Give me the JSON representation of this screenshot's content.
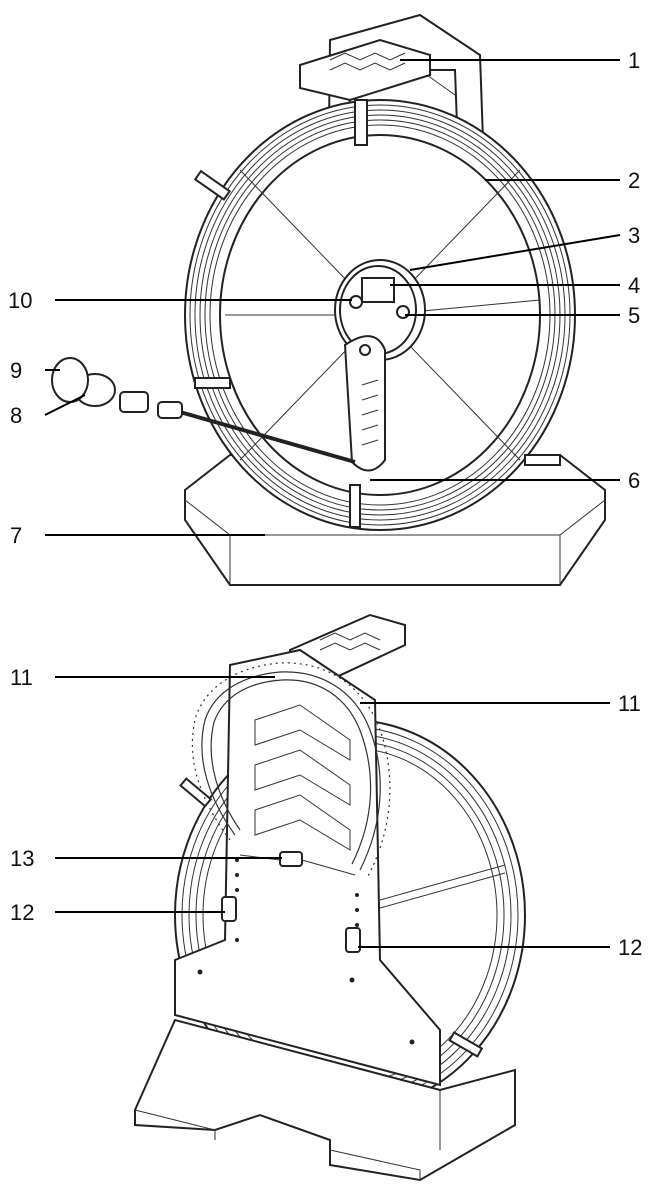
{
  "callouts": {
    "c1": "1",
    "c2": "2",
    "c3": "3",
    "c4": "4",
    "c5": "5",
    "c6": "6",
    "c7": "7",
    "c8": "8",
    "c9": "9",
    "c10": "10",
    "c11a": "11",
    "c11b": "11",
    "c12a": "12",
    "c12b": "12",
    "c13": "13"
  },
  "colors": {
    "line": "#000000",
    "outline": "#222222",
    "background": "#ffffff"
  }
}
